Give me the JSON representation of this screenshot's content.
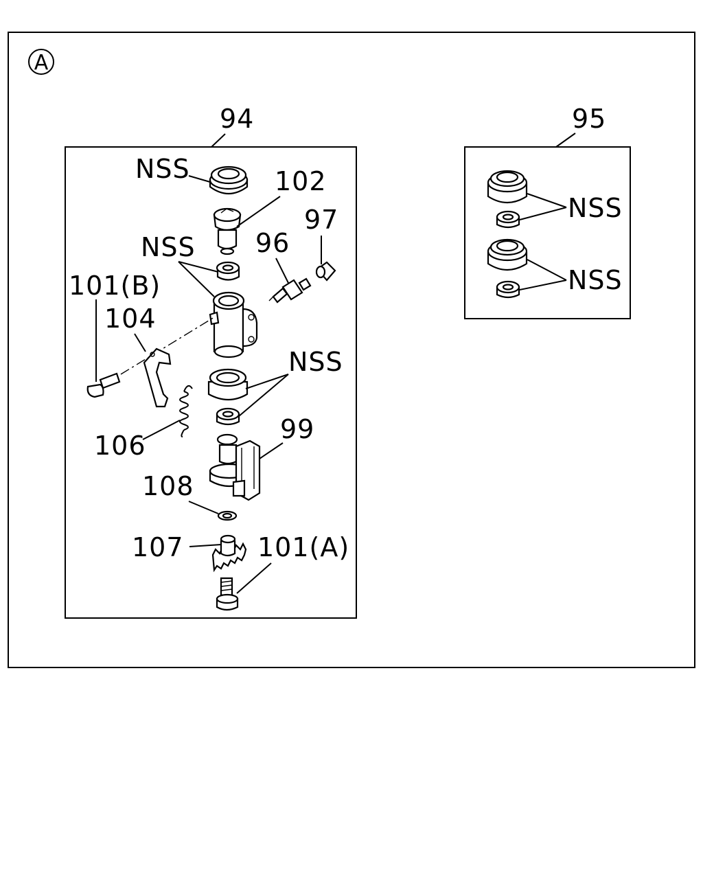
{
  "view_marker": "A",
  "groups": [
    {
      "id": "94",
      "label": "94"
    },
    {
      "id": "95",
      "label": "95"
    }
  ],
  "labels": {
    "nss_top": "NSS",
    "nss_mid": "NSS",
    "nss_lower": "NSS",
    "nss_95_a": "NSS",
    "nss_95_b": "NSS",
    "p102": "102",
    "p97": "97",
    "p96": "96",
    "p101b": "101(B)",
    "p104": "104",
    "p106": "106",
    "p99": "99",
    "p108": "108",
    "p107": "107",
    "p101a": "101(A)"
  }
}
